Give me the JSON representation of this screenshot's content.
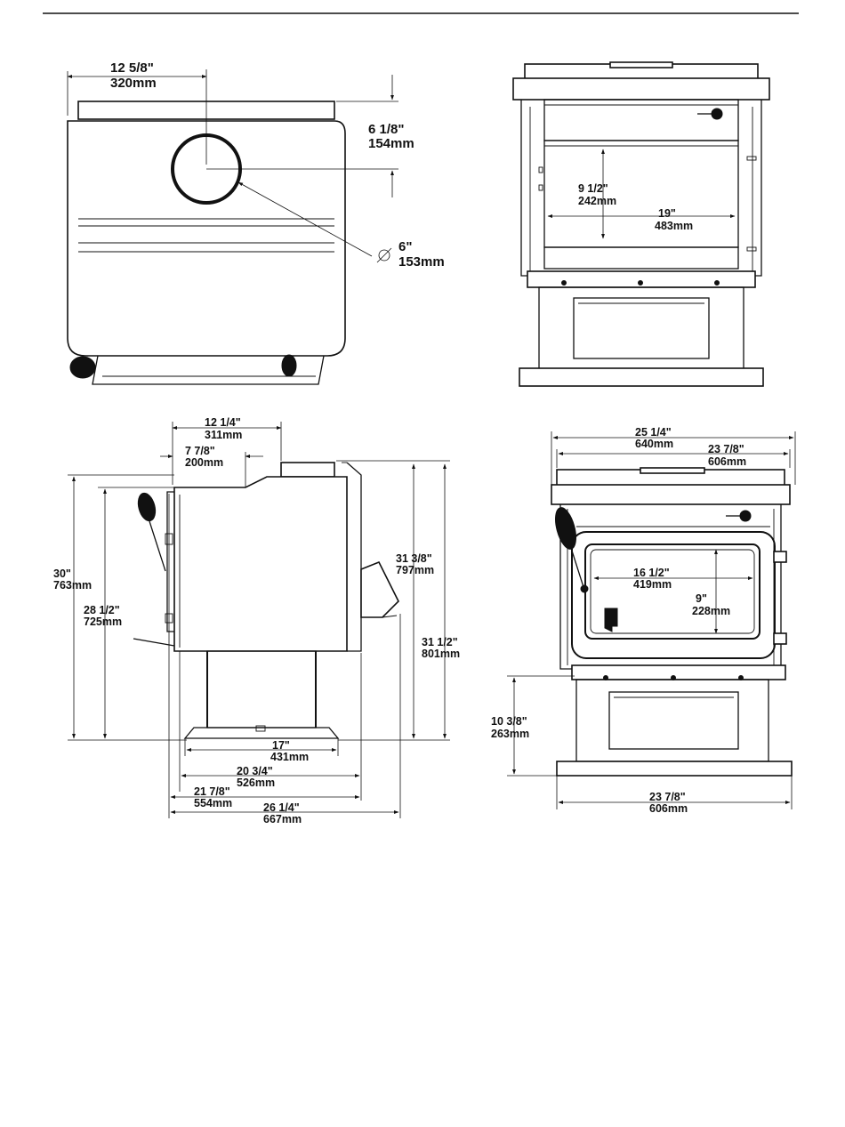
{
  "top_view": {
    "flue_offset": {
      "in": "12  5/8\"",
      "mm": "320mm"
    },
    "flue_depth": {
      "in": "6  1/8\"",
      "mm": "154mm"
    },
    "flue_diameter": {
      "in": "6\"",
      "mm": "153mm"
    }
  },
  "front_open": {
    "firebox_height": {
      "in": "9  1/2\"",
      "mm": "242mm"
    },
    "firebox_width": {
      "in": "19\"",
      "mm": "483mm"
    }
  },
  "side_view": {
    "flue_center": {
      "in": "12  1/4\"",
      "mm": "311mm"
    },
    "top_front": {
      "in": "7  7/8\"",
      "mm": "200mm"
    },
    "overall_height": {
      "in": "30\"",
      "mm": "763mm"
    },
    "body_height": {
      "in": "28  1/2\"",
      "mm": "725mm"
    },
    "flue_top_height": {
      "in": "31  3/8\"",
      "mm": "797mm"
    },
    "rear_height": {
      "in": "31  1/2\"",
      "mm": "801mm"
    },
    "leg_width": {
      "in": "17\"",
      "mm": "431mm"
    },
    "depth_1": {
      "in": "20  3/4\"",
      "mm": "526mm"
    },
    "depth_2": {
      "in": "21  7/8\"",
      "mm": "554mm"
    },
    "depth_3": {
      "in": "26  1/4\"",
      "mm": "667mm"
    }
  },
  "front_view": {
    "overall_width": {
      "in": "25  1/4\"",
      "mm": "640mm"
    },
    "top_width": {
      "in": "23  7/8\"",
      "mm": "606mm"
    },
    "glass_width": {
      "in": "16  1/2\"",
      "mm": "419mm"
    },
    "glass_height": {
      "in": "9\"",
      "mm": "228mm"
    },
    "pedestal_height": {
      "in": "10  3/8\"",
      "mm": "263mm"
    },
    "base_width": {
      "in": "23  7/8\"",
      "mm": "606mm"
    }
  }
}
